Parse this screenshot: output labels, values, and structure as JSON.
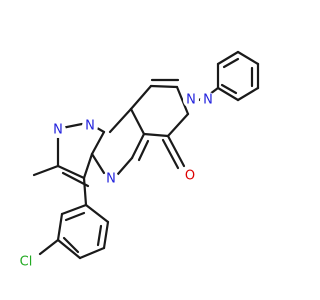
{
  "colors": {
    "bond": "#1a1a1a",
    "nitrogen": "#2222dd",
    "oxygen": "#dd0000",
    "chlorine": "#22aa22"
  },
  "molecule": {
    "atoms": [
      {
        "id": "n_py",
        "text": "N",
        "element": "nitrogen"
      },
      {
        "id": "n_lactam",
        "text": "N",
        "element": "nitrogen"
      },
      {
        "id": "o_carbonyl",
        "text": "O",
        "element": "oxygen"
      },
      {
        "id": "n_pyrazole_a",
        "text": "N",
        "element": "nitrogen"
      },
      {
        "id": "n_bridge",
        "text": "N",
        "element": "nitrogen"
      },
      {
        "id": "n_pyrimidine",
        "text": "N",
        "element": "nitrogen"
      },
      {
        "id": "cl",
        "text": "Cl",
        "element": "chlorine"
      }
    ]
  }
}
